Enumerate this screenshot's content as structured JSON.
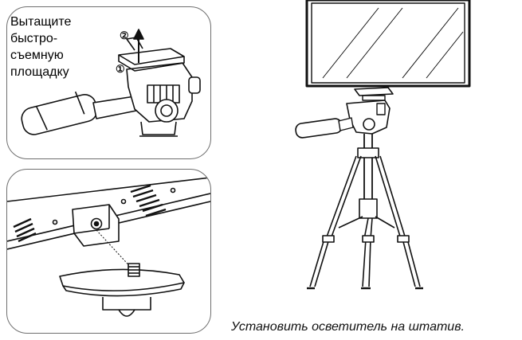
{
  "panel_top": {
    "instruction": "Вытащите\nбыстро-\nсъемную\nплощадку",
    "step_1": "①",
    "step_2": "②"
  },
  "caption": "Установить осветитель на штатив."
}
